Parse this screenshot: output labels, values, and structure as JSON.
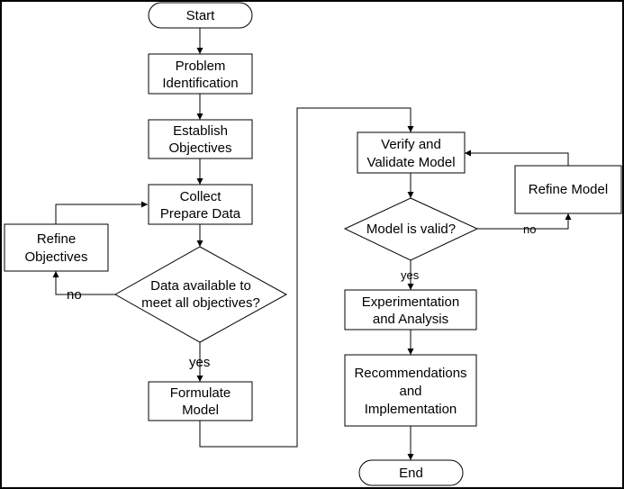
{
  "flowchart": {
    "start": "Start",
    "end": "End",
    "left_column": {
      "problem_identification": [
        "Problem",
        "Identification"
      ],
      "establish_objectives": [
        "Establish",
        "Objectives"
      ],
      "collect_prepare_data": [
        "Collect",
        "Prepare Data"
      ],
      "refine_objectives": [
        "Refine",
        "Objectives"
      ],
      "data_available_decision": [
        "Data available to",
        "meet all objectives?"
      ],
      "no_label": "no",
      "yes_label": "yes",
      "formulate_model": [
        "Formulate",
        "Model"
      ]
    },
    "right_column": {
      "verify_validate": [
        "Verify and",
        "Validate Model"
      ],
      "refine_model": "Refine Model",
      "model_valid_decision": "Model is valid?",
      "no_label": "no",
      "yes_label": "yes",
      "experimentation_analysis": [
        "Experimentation",
        "and Analysis"
      ],
      "recommendations_implementation": [
        "Recommendations",
        "and",
        "Implementation"
      ]
    }
  }
}
